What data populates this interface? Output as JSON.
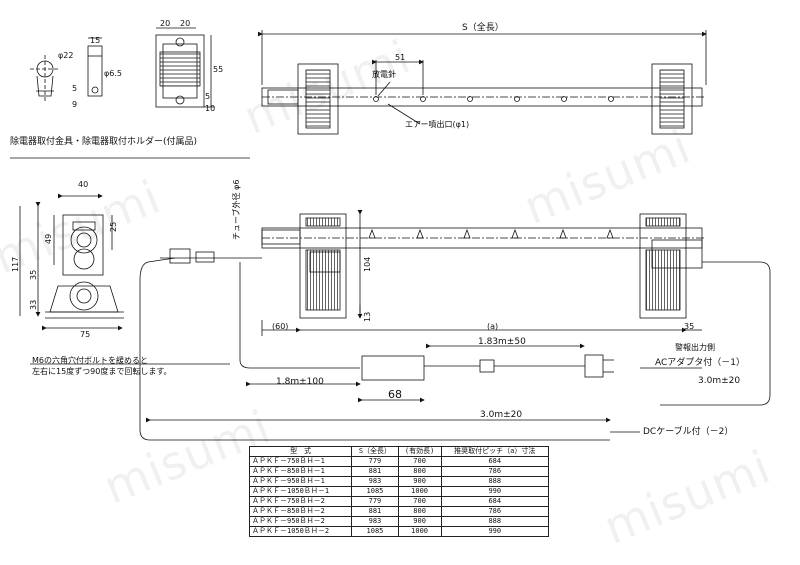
{
  "drawing": {
    "accessory_caption": "除電器取付金具・除電器取付ホルダー(付属品)",
    "accessory_dims": {
      "d22": "φ22",
      "w15": "15",
      "d65": "φ6.5",
      "n9": "9",
      "n5": "5",
      "n20a": "20",
      "n20b": "20",
      "n55": "55",
      "n5b": "5",
      "n10": "10"
    },
    "top_view": {
      "s_length": "S（全長）",
      "pitch": "51",
      "needle": "放電針",
      "air_outlet": "エアー噴出口(φ1)"
    },
    "end_view": {
      "w40": "40",
      "w75": "75",
      "h49": "49",
      "h25": "25",
      "h117": "117",
      "h35": "35",
      "h33": "33"
    },
    "front_view": {
      "tube_dia": "チューブ外径 φ6",
      "h104": "104",
      "h13": "13",
      "left_60": "(60)",
      "a_dim": "(a)",
      "right_35": "35",
      "cable_183": "1.83m±50",
      "cable_18": "1.8m±100",
      "box_68": "68",
      "alarm_side": "警報出力側",
      "ac_adapter": "ACアダプタ付（－1）",
      "cable_30a": "3.0m±20",
      "cable_30b": "3.0m±20",
      "dc_cable": "DCケーブル付（－2）"
    },
    "note": [
      "M6の六角穴付ボルトを緩めると",
      "左右に15度ずつ90度まで回転します。"
    ]
  },
  "spec_table": {
    "headers": [
      "型　式",
      "S（全長）",
      "(有効長)",
      "推奨取付ピッチ（a）寸法"
    ],
    "rows": [
      [
        "ＡＰＫＦ－750ＢＨ－1",
        "779",
        "700",
        "684"
      ],
      [
        "ＡＰＫＦ－850ＢＨ－1",
        "881",
        "800",
        "786"
      ],
      [
        "ＡＰＫＦ－950ＢＨ－1",
        "983",
        "900",
        "888"
      ],
      [
        "ＡＰＫＦ－1050ＢＨ－1",
        "1085",
        "1000",
        "990"
      ],
      [
        "ＡＰＫＦ－750ＢＨ－2",
        "779",
        "700",
        "684"
      ],
      [
        "ＡＰＫＦ－850ＢＨ－2",
        "881",
        "800",
        "786"
      ],
      [
        "ＡＰＫＦ－950ＢＨ－2",
        "983",
        "900",
        "888"
      ],
      [
        "ＡＰＫＦ－1050ＢＨ－2",
        "1085",
        "1000",
        "990"
      ]
    ]
  },
  "watermark": "misumi"
}
